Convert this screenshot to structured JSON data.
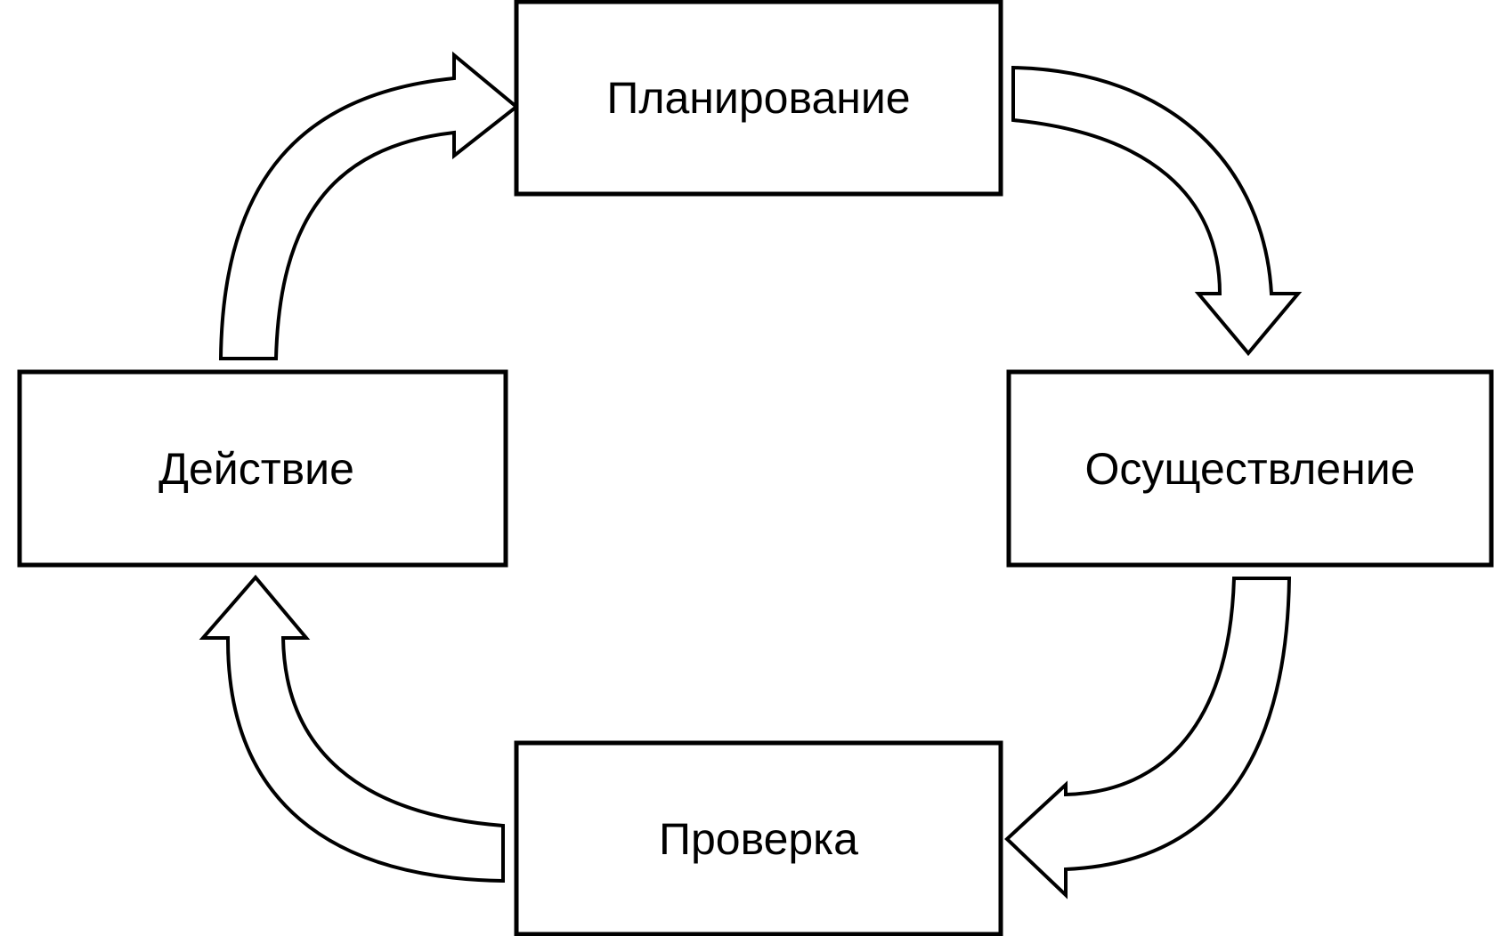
{
  "stages": {
    "planning": "Планирование",
    "implementation": "Осуществление",
    "check": "Проверка",
    "action": "Действие"
  },
  "colors": {
    "stroke": "#000000",
    "fill": "#ffffff"
  }
}
